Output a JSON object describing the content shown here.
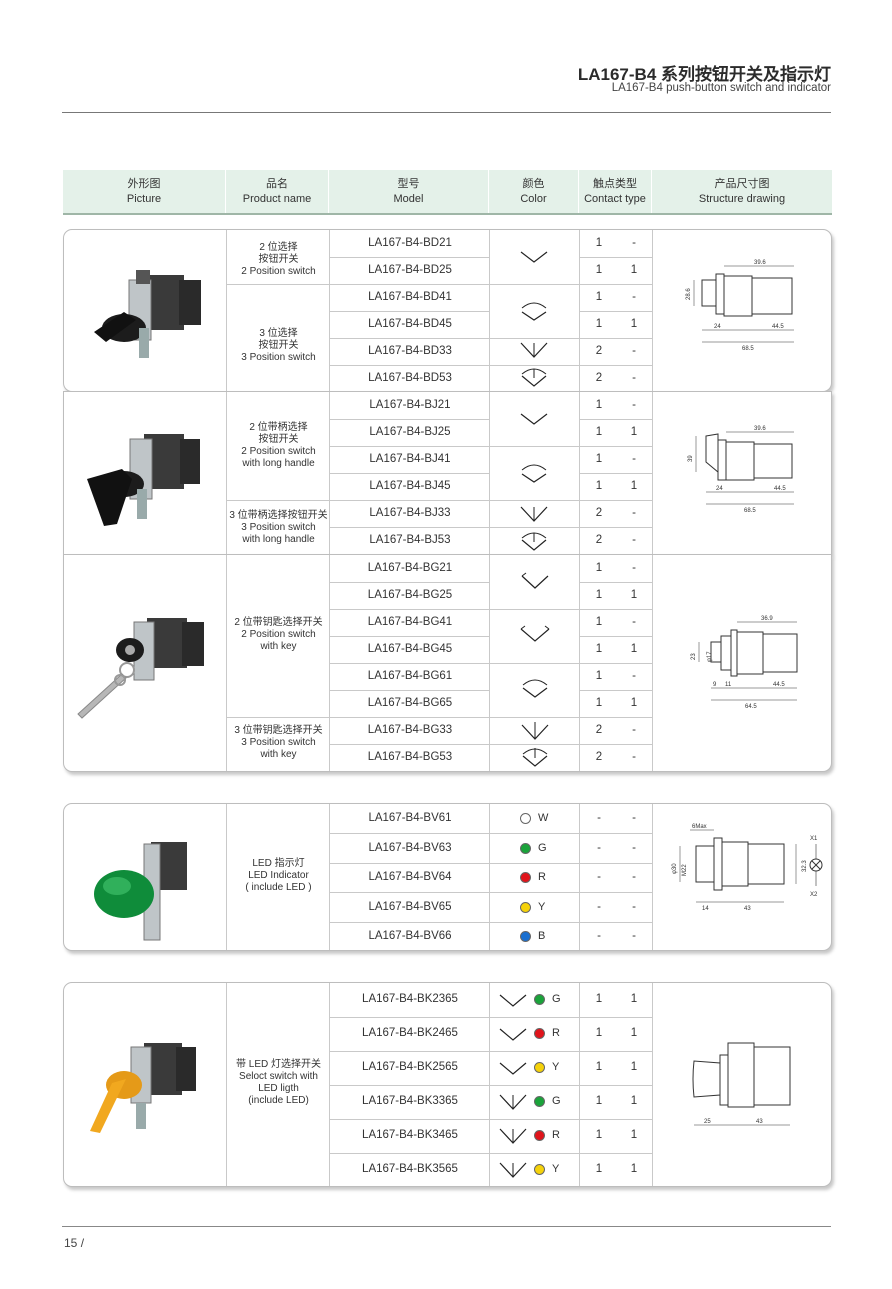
{
  "header": {
    "title": "LA167-B4 系列按钮开关及指示灯",
    "subtitle": "LA167-B4 push-button switch and indicator"
  },
  "columns": [
    {
      "cn": "外形图",
      "en": "Picture"
    },
    {
      "cn": "品名",
      "en": "Product name"
    },
    {
      "cn": "型号",
      "en": "Model"
    },
    {
      "cn": "颜色",
      "en": "Color"
    },
    {
      "cn": "触点类型",
      "en": "Contact type"
    },
    {
      "cn": "产品尺寸图",
      "en": "Structure drawing"
    }
  ],
  "block1": {
    "names": [
      {
        "cn1": "2 位选择",
        "cn2": "按钮开关",
        "en": "2 Position switch"
      },
      {
        "cn1": "3 位选择",
        "cn2": "按钮开关",
        "en": "3 Position switch"
      }
    ],
    "rows": [
      {
        "model": "LA167-B4-BD21",
        "c1": "1",
        "c2": "-"
      },
      {
        "model": "LA167-B4-BD25",
        "c1": "1",
        "c2": "1"
      },
      {
        "model": "LA167-B4-BD41",
        "c1": "1",
        "c2": "-"
      },
      {
        "model": "LA167-B4-BD45",
        "c1": "1",
        "c2": "1"
      },
      {
        "model": "LA167-B4-BD33",
        "c1": "2",
        "c2": "-"
      },
      {
        "model": "LA167-B4-BD53",
        "c1": "2",
        "c2": "-"
      }
    ],
    "dims": {
      "a": "39.6",
      "b": "28.6",
      "c": "24",
      "d": "44.5",
      "e": "68.5"
    }
  },
  "block2": {
    "names": [
      {
        "cn": "2 位带柄选择",
        "cn2": "按钮开关",
        "en1": "2 Position switch",
        "en2": "with long handle"
      },
      {
        "cn": "3 位带柄选择按钮开关",
        "en1": "3 Position switch",
        "en2": "with long handle"
      }
    ],
    "rows": [
      {
        "model": "LA167-B4-BJ21",
        "c1": "1",
        "c2": "-"
      },
      {
        "model": "LA167-B4-BJ25",
        "c1": "1",
        "c2": "1"
      },
      {
        "model": "LA167-B4-BJ41",
        "c1": "1",
        "c2": "-"
      },
      {
        "model": "LA167-B4-BJ45",
        "c1": "1",
        "c2": "1"
      },
      {
        "model": "LA167-B4-BJ33",
        "c1": "2",
        "c2": "-"
      },
      {
        "model": "LA167-B4-BJ53",
        "c1": "2",
        "c2": "-"
      }
    ],
    "dims": {
      "a": "39.6",
      "b": "39",
      "c": "24",
      "d": "44.5",
      "e": "68.5"
    }
  },
  "block3": {
    "names": [
      {
        "cn": "2 位带钥匙选择开关",
        "en1": "2 Position switch",
        "en2": "with key"
      },
      {
        "cn": "3 位带钥匙选择开关",
        "en1": "3 Position switch",
        "en2": "with key"
      }
    ],
    "rows": [
      {
        "model": "LA167-B4-BG21",
        "c1": "1",
        "c2": "-"
      },
      {
        "model": "LA167-B4-BG25",
        "c1": "1",
        "c2": "1"
      },
      {
        "model": "LA167-B4-BG41",
        "c1": "1",
        "c2": "-"
      },
      {
        "model": "LA167-B4-BG45",
        "c1": "1",
        "c2": "1"
      },
      {
        "model": "LA167-B4-BG61",
        "c1": "1",
        "c2": "-"
      },
      {
        "model": "LA167-B4-BG65",
        "c1": "1",
        "c2": "1"
      },
      {
        "model": "LA167-B4-BG33",
        "c1": "2",
        "c2": "-"
      },
      {
        "model": "LA167-B4-BG53",
        "c1": "2",
        "c2": "-"
      }
    ],
    "dims": {
      "a": "36.9",
      "b": "23",
      "c": "φ17",
      "d": "9",
      "e": "11",
      "f": "44.5",
      "g": "64.5"
    }
  },
  "block4": {
    "name": {
      "cn": "LED 指示灯",
      "en": "LED Indicator",
      "en2": "( include LED )"
    },
    "rows": [
      {
        "model": "LA167-B4-BV61",
        "color": "W",
        "hex": "#ffffff",
        "c1": "-",
        "c2": "-"
      },
      {
        "model": "LA167-B4-BV63",
        "color": "G",
        "hex": "#1aa33a",
        "c1": "-",
        "c2": "-"
      },
      {
        "model": "LA167-B4-BV64",
        "color": "R",
        "hex": "#e0141b",
        "c1": "-",
        "c2": "-"
      },
      {
        "model": "LA167-B4-BV65",
        "color": "Y",
        "hex": "#f5d20a",
        "c1": "-",
        "c2": "-"
      },
      {
        "model": "LA167-B4-BV66",
        "color": "B",
        "hex": "#1a6fd0",
        "c1": "-",
        "c2": "-"
      }
    ],
    "dims": {
      "a": "6Max",
      "b": "φ30",
      "c": "M22",
      "d": "32.3",
      "e": "14",
      "f": "43",
      "x1": "X1",
      "x2": "X2"
    }
  },
  "block5": {
    "name": {
      "cn": "带 LED 灯选择开关",
      "en1": "Seloct switch with",
      "en2": "LED ligth",
      "en3": "(include LED)"
    },
    "rows": [
      {
        "model": "LA167-B4-BK2365",
        "color": "G",
        "hex": "#1aa33a",
        "c1": "1",
        "c2": "1"
      },
      {
        "model": "LA167-B4-BK2465",
        "color": "R",
        "hex": "#e0141b",
        "c1": "1",
        "c2": "1"
      },
      {
        "model": "LA167-B4-BK2565",
        "color": "Y",
        "hex": "#f5d20a",
        "c1": "1",
        "c2": "1"
      },
      {
        "model": "LA167-B4-BK3365",
        "color": "G",
        "hex": "#1aa33a",
        "c1": "1",
        "c2": "1"
      },
      {
        "model": "LA167-B4-BK3465",
        "color": "R",
        "hex": "#e0141b",
        "c1": "1",
        "c2": "1"
      },
      {
        "model": "LA167-B4-BK3565",
        "color": "Y",
        "hex": "#f5d20a",
        "c1": "1",
        "c2": "1"
      }
    ],
    "dims": {
      "a": "25",
      "b": "43"
    }
  },
  "footer": {
    "page": "15"
  },
  "colors": {
    "header_bg": "#e4f1e9",
    "border": "#c9c9c9"
  }
}
